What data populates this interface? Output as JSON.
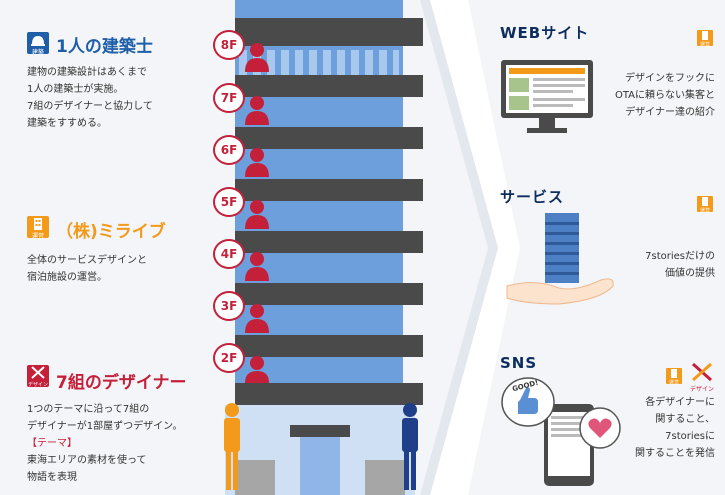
{
  "left": {
    "architect": {
      "title": "1人の建築士",
      "badge": "建築",
      "lines": [
        "建物の建築設計はあくまで",
        "1人の建築士が実施。",
        "7組のデザイナーと協力して",
        "建築をすすめる。"
      ]
    },
    "mirai": {
      "title": "（株)ミライブ",
      "badge": "運営",
      "lines": [
        "全体のサービスデザインと",
        "宿泊施設の運営。"
      ]
    },
    "designers": {
      "title": "7組のデザイナー",
      "badge": "デザイン",
      "lines": [
        "1つのテーマに沿って7組の",
        "デザイナーが1部屋ずつデザイン。"
      ],
      "theme": "【テーマ】",
      "theme_lines": [
        "東海エリアの素材を使って",
        "物語を表現"
      ]
    }
  },
  "building": {
    "floors": [
      "8F",
      "7F",
      "6F",
      "5F",
      "4F",
      "3F",
      "2F"
    ]
  },
  "right": {
    "web": {
      "title": "WEBサイト",
      "badge": "運営",
      "lines": [
        "デザインをフックに",
        "OTAに頼らない集客と",
        "デザイナー達の紹介"
      ]
    },
    "service": {
      "title": "サービス",
      "badge": "運営",
      "lines": [
        "7storiesだけの",
        "価値の提供"
      ]
    },
    "sns": {
      "title": "SNS",
      "badges": [
        "運営",
        "デザイン"
      ],
      "bubble": "GOOD!",
      "lines": [
        "各デザイナーに",
        "関すること、",
        "7storiesに",
        "関することを発信"
      ]
    }
  },
  "colors": {
    "navy": "#0c2d5e",
    "blue": "#1f5fa8",
    "orange": "#f39a1b",
    "red": "#c4203a",
    "floor_dark": "#4a4a4a",
    "glass": "#5b8fd4"
  }
}
